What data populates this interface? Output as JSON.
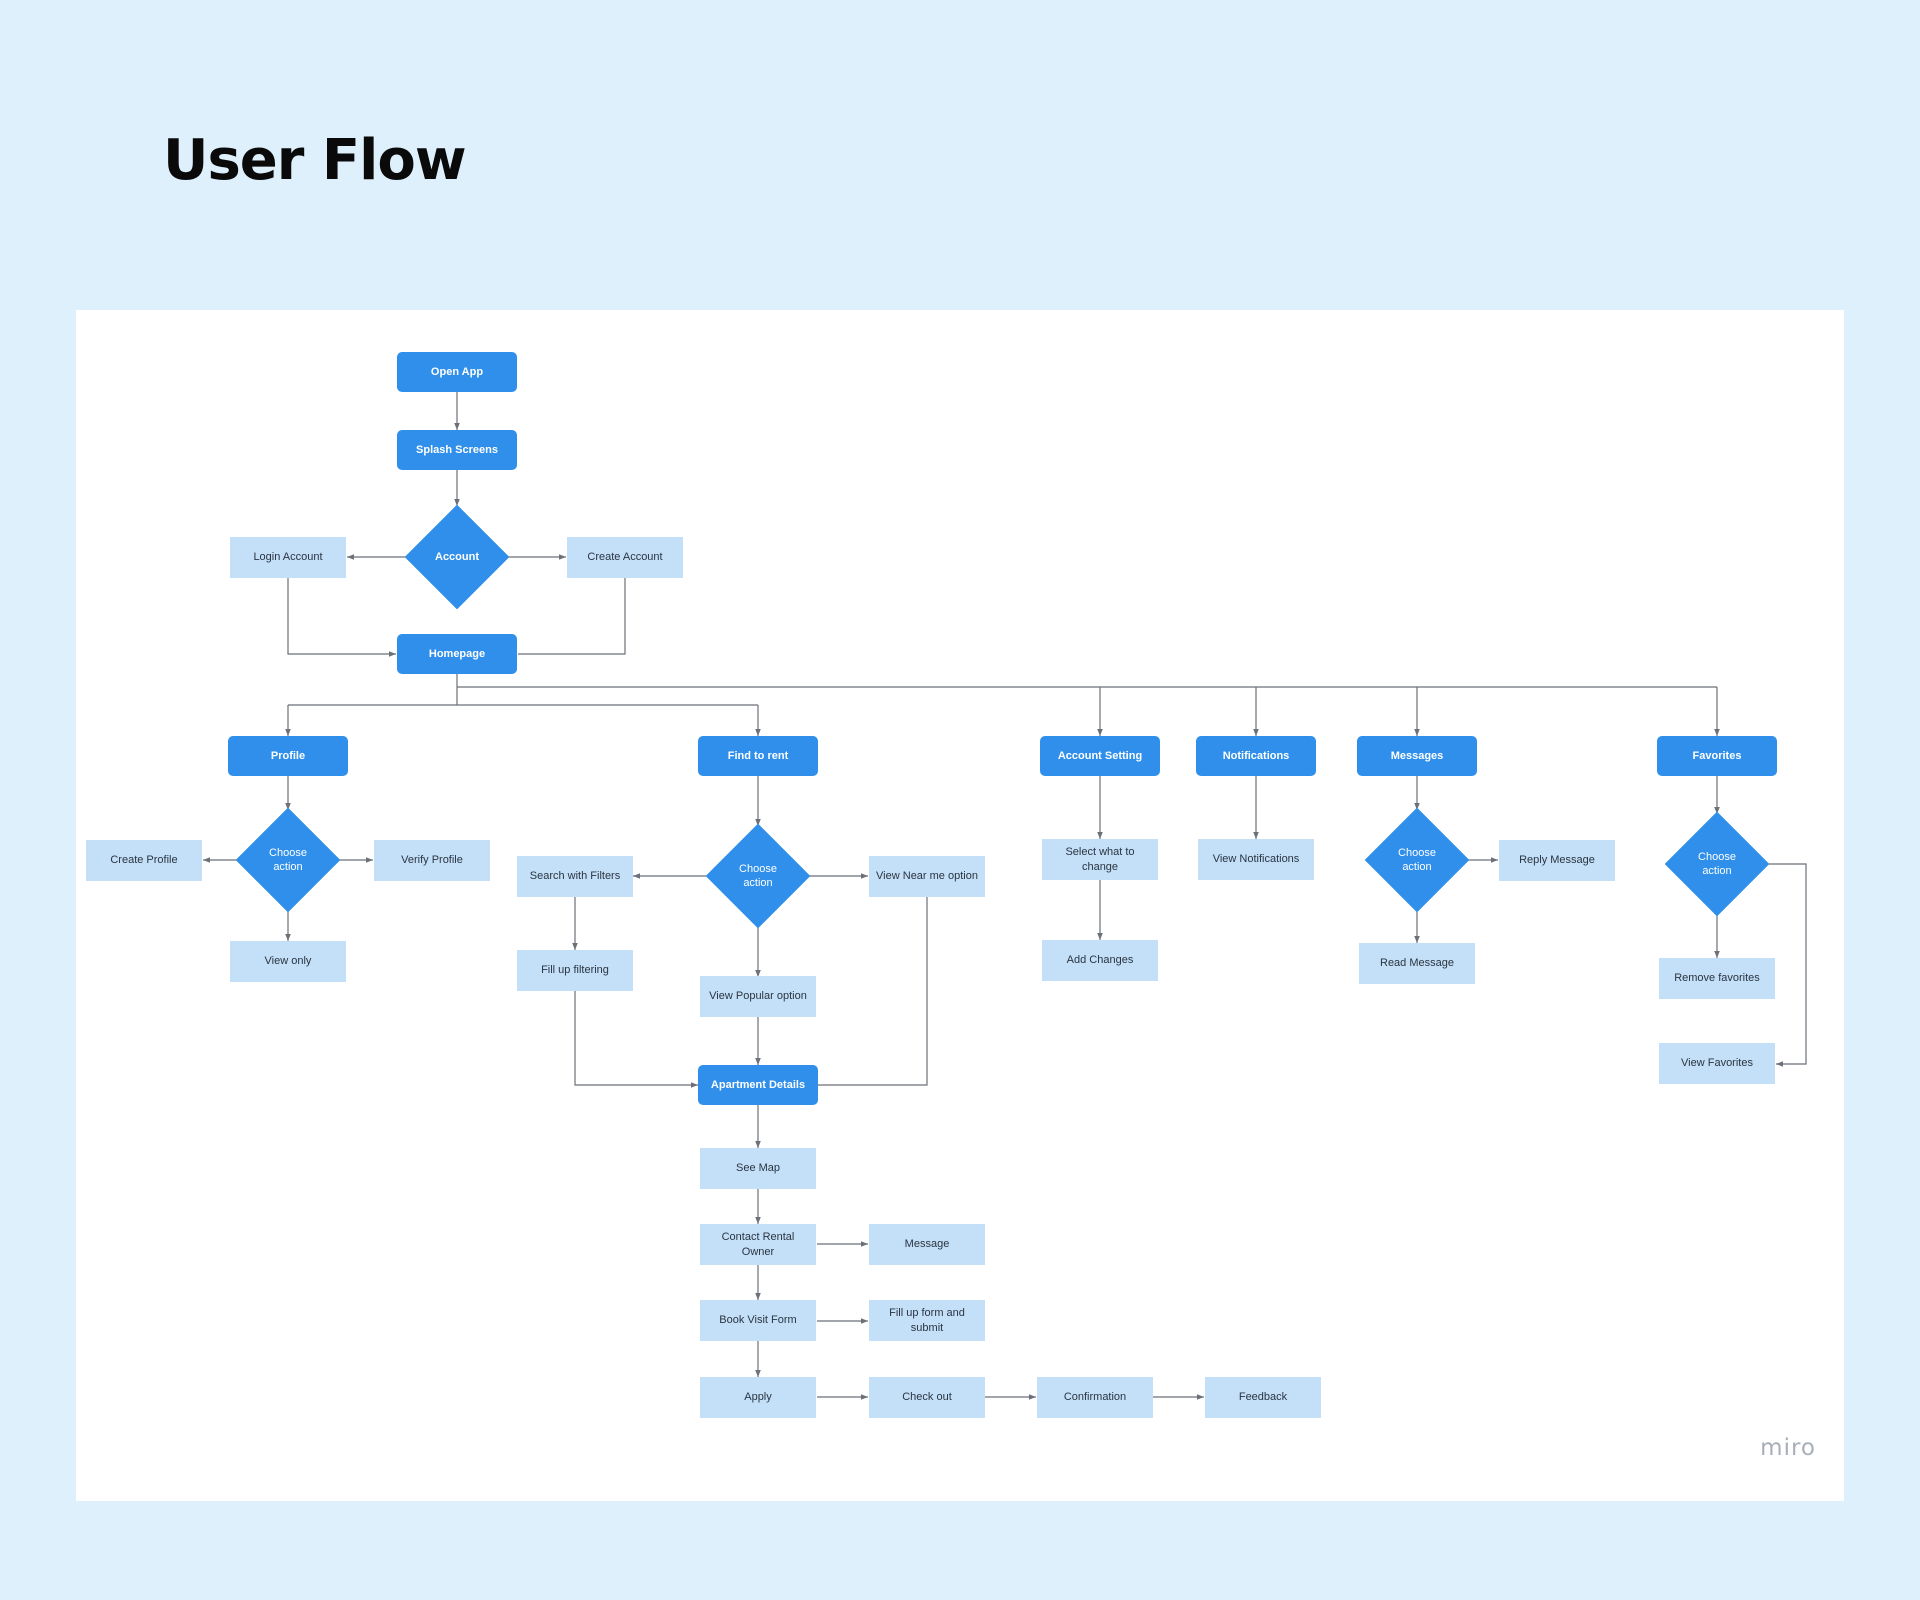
{
  "title": "User Flow",
  "brand": "miro",
  "colors": {
    "background": "#dff0fd",
    "primary": "#2f8fea",
    "secondary": "#c3e0f8",
    "connector": "#6b7079"
  },
  "nodes": {
    "open_app": "Open App",
    "splash_screens": "Splash Screens",
    "account": "Account",
    "login_account": "Login Account",
    "create_account": "Create Account",
    "homepage": "Homepage",
    "profile": "Profile",
    "profile_choose": "Choose action",
    "create_profile": "Create Profile",
    "verify_profile": "Verify Profile",
    "view_only": "View only",
    "find_to_rent": "Find to rent",
    "find_choose": "Choose action",
    "search_filters": "Search with Filters",
    "view_near_me": "View Near me option",
    "fill_filtering": "Fill up filtering",
    "view_popular": "View Popular option",
    "apartment_details": "Apartment Details",
    "see_map": "See Map",
    "contact_owner": "Contact Rental Owner",
    "message": "Message",
    "book_visit": "Book Visit Form",
    "fill_form": "Fill up form and submit",
    "apply": "Apply",
    "check_out": "Check out",
    "confirmation": "Confirmation",
    "feedback": "Feedback",
    "account_setting": "Account Setting",
    "select_change": "Select what to change",
    "add_changes": "Add Changes",
    "notifications": "Notifications",
    "view_notifications": "View Notifications",
    "messages": "Messages",
    "messages_choose": "Choose action",
    "reply_message": "Reply Message",
    "read_message": "Read Message",
    "favorites": "Favorites",
    "favorites_choose": "Choose action",
    "remove_favorites": "Remove favorites",
    "view_favorites": "View Favorites"
  }
}
